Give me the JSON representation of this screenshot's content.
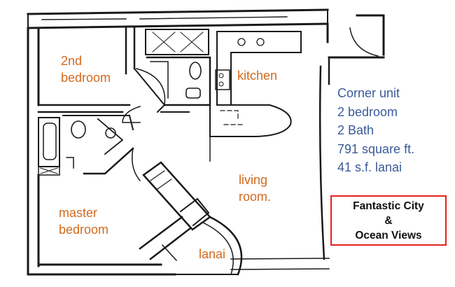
{
  "rooms": {
    "second_bedroom": "2nd\nbedroom",
    "kitchen": "kitchen",
    "living_room": "living\nroom.",
    "master_bedroom": "master\nbedroom",
    "lanai": "lanai"
  },
  "unit_info": {
    "lines": [
      "Corner unit",
      "2 bedroom",
      "2 Bath",
      "791 square ft.",
      "41 s.f. lanai"
    ]
  },
  "callout": {
    "line1": "Fantastic City",
    "line2": "&",
    "line3": "Ocean Views"
  },
  "colors": {
    "room_label": "#d2691e",
    "info_text": "#3b5a9a",
    "callout_border": "#e2231a",
    "wall": "#1a1a1a"
  }
}
